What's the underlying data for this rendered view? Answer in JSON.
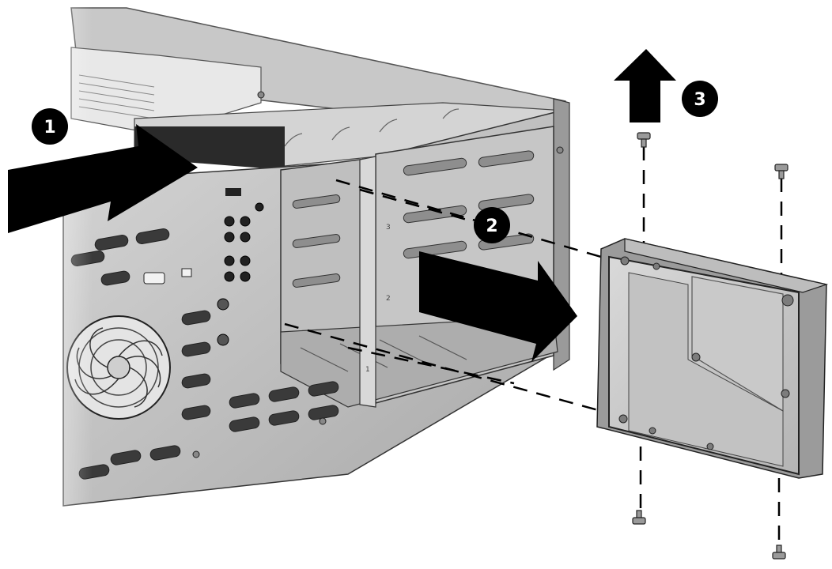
{
  "callouts": [
    {
      "id": "1",
      "label": "1"
    },
    {
      "id": "2",
      "label": "2"
    },
    {
      "id": "3",
      "label": "3"
    }
  ],
  "colors": {
    "ink": "#000000",
    "metal_light": "#e2e2e2",
    "metal_mid": "#bdbdbd",
    "metal_dark": "#7a7a7a",
    "drive_face": "#cfcfcf",
    "background": "#ffffff"
  },
  "icons": {
    "arrow_push": "arrow-right-icon",
    "arrow_slide_out": "arrow-right-icon",
    "arrow_lift": "arrow-up-icon",
    "fan": "fan-grille-icon",
    "screw": "screw-icon"
  }
}
